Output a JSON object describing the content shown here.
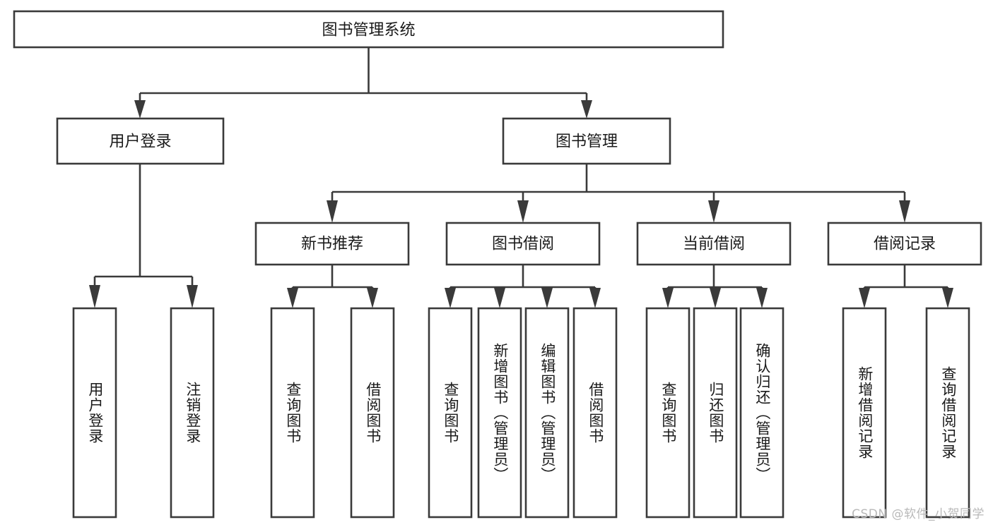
{
  "diagram": {
    "title": "图书管理系统",
    "type": "hierarchy-tree",
    "colors": {
      "box_stroke": "#3a3a3a",
      "box_fill": "#ffffff",
      "text": "#1a1a1a",
      "background": "#ffffff",
      "watermark": "#b9b9b9"
    },
    "root": {
      "label": "图书管理系统"
    },
    "level2": [
      {
        "label": "用户登录"
      },
      {
        "label": "图书管理"
      }
    ],
    "level3": [
      {
        "label": "新书推荐"
      },
      {
        "label": "图书借阅"
      },
      {
        "label": "当前借阅"
      },
      {
        "label": "借阅记录"
      }
    ],
    "leaves": {
      "user_login": [
        {
          "label": "用户登录"
        },
        {
          "label": "注销登录"
        }
      ],
      "new_book_recommend": [
        {
          "label": "查询图书"
        },
        {
          "label": "借阅图书"
        }
      ],
      "book_borrow": [
        {
          "label": "查询图书"
        },
        {
          "label": "新增图书（管理员）"
        },
        {
          "label": "编辑图书（管理员）"
        },
        {
          "label": "借阅图书"
        }
      ],
      "current_borrow": [
        {
          "label": "查询图书"
        },
        {
          "label": "归还图书"
        },
        {
          "label": "确认归还（管理员）"
        }
      ],
      "borrow_record": [
        {
          "label": "新增借阅记录"
        },
        {
          "label": "查询借阅记录"
        }
      ]
    }
  },
  "watermark": {
    "text": "CSDN @软件_小贺同学"
  }
}
